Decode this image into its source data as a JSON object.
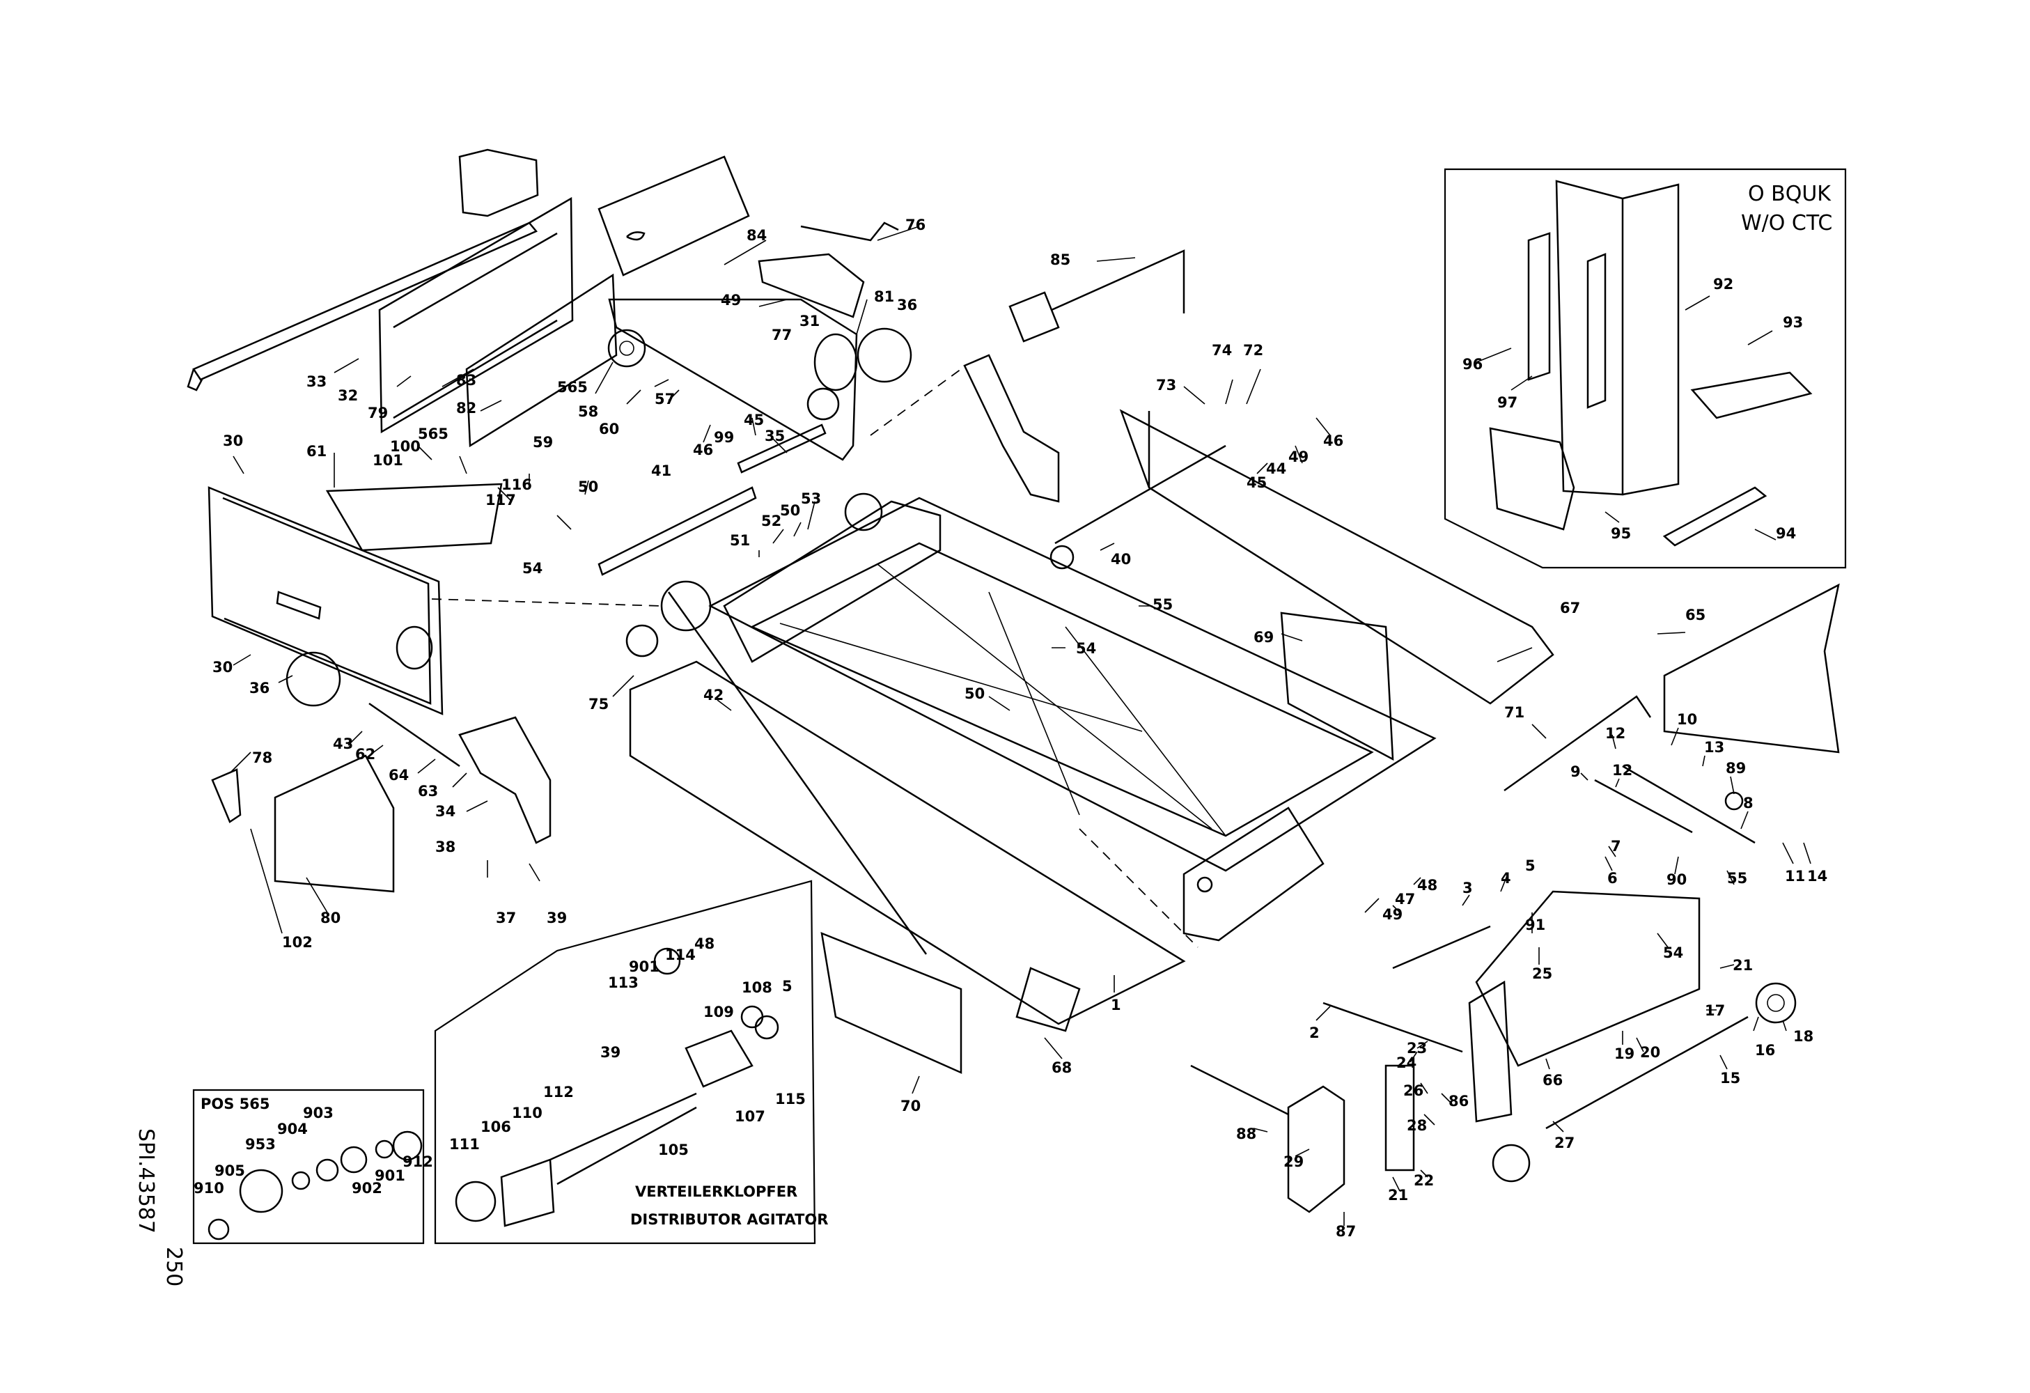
{
  "sheet": {
    "page_number": "250",
    "drawing_number": "SPI.43587"
  },
  "insets": {
    "bquk": {
      "line1": "O BQUK",
      "line2": "W/O CTC"
    },
    "pos565": {
      "title": "POS 565"
    },
    "agitator": {
      "line1": "VERTEILERKLOPFER",
      "line2": "DISTRIBUTOR AGITATOR"
    }
  },
  "callouts": [
    {
      "id": "c-84",
      "text": "84"
    },
    {
      "id": "c-76",
      "text": "76"
    },
    {
      "id": "c-81a",
      "text": "81"
    },
    {
      "id": "c-36a",
      "text": "36"
    },
    {
      "id": "c-49a",
      "text": "49"
    },
    {
      "id": "c-77",
      "text": "77"
    },
    {
      "id": "c-31",
      "text": "31"
    },
    {
      "id": "c-33",
      "text": "33"
    },
    {
      "id": "c-32",
      "text": "32"
    },
    {
      "id": "c-79",
      "text": "79"
    },
    {
      "id": "c-83",
      "text": "83"
    },
    {
      "id": "c-82",
      "text": "82"
    },
    {
      "id": "c-565a",
      "text": "565"
    },
    {
      "id": "c-58",
      "text": "58"
    },
    {
      "id": "c-60",
      "text": "60"
    },
    {
      "id": "c-57",
      "text": "57"
    },
    {
      "id": "c-99",
      "text": "99"
    },
    {
      "id": "c-46a",
      "text": "46"
    },
    {
      "id": "c-45a",
      "text": "45"
    },
    {
      "id": "c-35",
      "text": "35"
    },
    {
      "id": "c-85",
      "text": "85"
    },
    {
      "id": "c-73",
      "text": "73"
    },
    {
      "id": "c-74",
      "text": "74"
    },
    {
      "id": "c-72",
      "text": "72"
    },
    {
      "id": "c-46b",
      "text": "46"
    },
    {
      "id": "c-44",
      "text": "44"
    },
    {
      "id": "c-49b",
      "text": "49"
    },
    {
      "id": "c-45b",
      "text": "45"
    },
    {
      "id": "c-40",
      "text": "40"
    },
    {
      "id": "c-30a",
      "text": "30"
    },
    {
      "id": "c-61",
      "text": "61"
    },
    {
      "id": "c-565b",
      "text": "565"
    },
    {
      "id": "c-100",
      "text": "100"
    },
    {
      "id": "c-101",
      "text": "101"
    },
    {
      "id": "c-59",
      "text": "59"
    },
    {
      "id": "c-116",
      "text": "116"
    },
    {
      "id": "c-117",
      "text": "117"
    },
    {
      "id": "c-50a",
      "text": "50"
    },
    {
      "id": "c-54a",
      "text": "54"
    },
    {
      "id": "c-41",
      "text": "41"
    },
    {
      "id": "c-53",
      "text": "53"
    },
    {
      "id": "c-50b",
      "text": "50"
    },
    {
      "id": "c-52",
      "text": "52"
    },
    {
      "id": "c-51",
      "text": "51"
    },
    {
      "id": "c-55a",
      "text": "55"
    },
    {
      "id": "c-54b",
      "text": "54"
    },
    {
      "id": "c-67",
      "text": "67"
    },
    {
      "id": "c-69",
      "text": "69"
    },
    {
      "id": "c-30b",
      "text": "30"
    },
    {
      "id": "c-36b",
      "text": "36"
    },
    {
      "id": "c-75",
      "text": "75"
    },
    {
      "id": "c-42",
      "text": "42"
    },
    {
      "id": "c-50c",
      "text": "50"
    },
    {
      "id": "c-43",
      "text": "43"
    },
    {
      "id": "c-62",
      "text": "62"
    },
    {
      "id": "c-64",
      "text": "64"
    },
    {
      "id": "c-63",
      "text": "63"
    },
    {
      "id": "c-78",
      "text": "78"
    },
    {
      "id": "c-34",
      "text": "34"
    },
    {
      "id": "c-38",
      "text": "38"
    },
    {
      "id": "c-37",
      "text": "37"
    },
    {
      "id": "c-39a",
      "text": "39"
    },
    {
      "id": "c-80",
      "text": "80"
    },
    {
      "id": "c-102",
      "text": "102"
    },
    {
      "id": "c-65",
      "text": "65"
    },
    {
      "id": "c-71",
      "text": "71"
    },
    {
      "id": "c-12a",
      "text": "12"
    },
    {
      "id": "c-10",
      "text": "10"
    },
    {
      "id": "c-13",
      "text": "13"
    },
    {
      "id": "c-9",
      "text": "9"
    },
    {
      "id": "c-12b",
      "text": "12"
    },
    {
      "id": "c-89",
      "text": "89"
    },
    {
      "id": "c-8",
      "text": "8"
    },
    {
      "id": "c-7",
      "text": "7"
    },
    {
      "id": "c-6",
      "text": "6"
    },
    {
      "id": "c-90",
      "text": "90"
    },
    {
      "id": "c-11",
      "text": "11"
    },
    {
      "id": "c-14",
      "text": "14"
    },
    {
      "id": "c-55b",
      "text": "55"
    },
    {
      "id": "c-48a",
      "text": "48"
    },
    {
      "id": "c-47",
      "text": "47"
    },
    {
      "id": "c-49c",
      "text": "49"
    },
    {
      "id": "c-3",
      "text": "3"
    },
    {
      "id": "c-4",
      "text": "4"
    },
    {
      "id": "c-5a",
      "text": "5"
    },
    {
      "id": "c-91",
      "text": "91"
    },
    {
      "id": "c-25",
      "text": "25"
    },
    {
      "id": "c-54c",
      "text": "54"
    },
    {
      "id": "c-21a",
      "text": "21"
    },
    {
      "id": "c-1",
      "text": "1"
    },
    {
      "id": "c-2",
      "text": "2"
    },
    {
      "id": "c-23",
      "text": "23"
    },
    {
      "id": "c-24",
      "text": "24"
    },
    {
      "id": "c-26",
      "text": "26"
    },
    {
      "id": "c-86",
      "text": "86"
    },
    {
      "id": "c-28",
      "text": "28"
    },
    {
      "id": "c-19",
      "text": "19"
    },
    {
      "id": "c-20",
      "text": "20"
    },
    {
      "id": "c-17",
      "text": "17"
    },
    {
      "id": "c-16",
      "text": "16"
    },
    {
      "id": "c-18",
      "text": "18"
    },
    {
      "id": "c-15",
      "text": "15"
    },
    {
      "id": "c-66",
      "text": "66"
    },
    {
      "id": "c-27",
      "text": "27"
    },
    {
      "id": "c-88",
      "text": "88"
    },
    {
      "id": "c-29",
      "text": "29"
    },
    {
      "id": "c-21b",
      "text": "21"
    },
    {
      "id": "c-22",
      "text": "22"
    },
    {
      "id": "c-87",
      "text": "87"
    },
    {
      "id": "c-68",
      "text": "68"
    },
    {
      "id": "c-70",
      "text": "70"
    },
    {
      "id": "c-92",
      "text": "92"
    },
    {
      "id": "c-93",
      "text": "93"
    },
    {
      "id": "c-96",
      "text": "96"
    },
    {
      "id": "c-97",
      "text": "97"
    },
    {
      "id": "c-95",
      "text": "95"
    },
    {
      "id": "c-94",
      "text": "94"
    },
    {
      "id": "c-114",
      "text": "114"
    },
    {
      "id": "c-48b",
      "text": "48"
    },
    {
      "id": "c-901a",
      "text": "901"
    },
    {
      "id": "c-113",
      "text": "113"
    },
    {
      "id": "c-109",
      "text": "109"
    },
    {
      "id": "c-108",
      "text": "108"
    },
    {
      "id": "c-5b",
      "text": "5"
    },
    {
      "id": "c-39b",
      "text": "39"
    },
    {
      "id": "c-115",
      "text": "115"
    },
    {
      "id": "c-107",
      "text": "107"
    },
    {
      "id": "c-112",
      "text": "112"
    },
    {
      "id": "c-106",
      "text": "106"
    },
    {
      "id": "c-110",
      "text": "110"
    },
    {
      "id": "c-111",
      "text": "111"
    },
    {
      "id": "c-105",
      "text": "105"
    },
    {
      "id": "c-903",
      "text": "903"
    },
    {
      "id": "c-904",
      "text": "904"
    },
    {
      "id": "c-953",
      "text": "953"
    },
    {
      "id": "c-912",
      "text": "912"
    },
    {
      "id": "c-901b",
      "text": "901"
    },
    {
      "id": "c-902",
      "text": "902"
    },
    {
      "id": "c-905",
      "text": "905"
    },
    {
      "id": "c-910",
      "text": "910"
    }
  ]
}
